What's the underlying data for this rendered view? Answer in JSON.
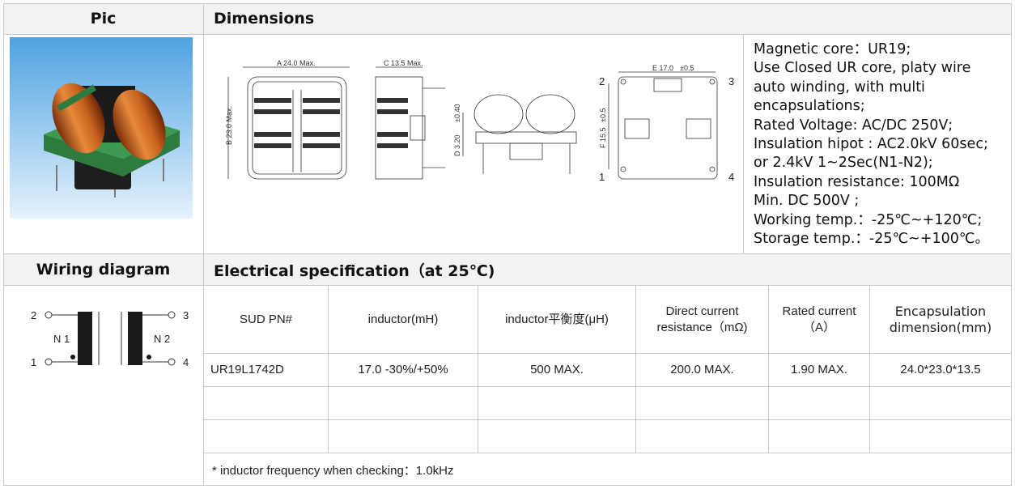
{
  "headers": {
    "pic": "Pic",
    "dimensions": "Dimensions",
    "wiring": "Wiring diagram",
    "electrical": "Electrical specification（at 25℃)"
  },
  "dimension_labels": {
    "a": "A 24.0 Max.",
    "b": "B 23.0 Max.",
    "c": "C 13.5 Max.",
    "d": "D 3.20",
    "d_tol": "±0.40",
    "e": "E 17.0",
    "e_tol": "±0.5",
    "f": "F 15.5",
    "f_tol": "±0.5",
    "pins": [
      "1",
      "2",
      "3",
      "4"
    ]
  },
  "specs": [
    "Magnetic core：UR19;",
    "Use Closed UR core, platy wire",
    "auto winding, with multi",
    "encapsulations;",
    "Rated Voltage: AC/DC 250V;",
    "Insulation hipot : AC2.0kV 60sec;",
    "or 2.4kV 1~2Sec(N1-N2);",
    "Insulation resistance: 100MΩ",
    "Min. DC 500V ;",
    "Working temp.：-25℃~+120℃;",
    "Storage temp.：-25℃~+100℃。"
  ],
  "wiring": {
    "pins": [
      "2",
      "1",
      "3",
      "4"
    ],
    "n1": "N 1",
    "n2": "N 2"
  },
  "table": {
    "headers": [
      "SUD PN#",
      "inductor(mH)",
      "inductor平衡度(μH)",
      "Direct current resistance（mΩ)",
      "Rated current（A）",
      "Encapsulation dimension(mm)"
    ],
    "rows": [
      [
        "UR19L1742D",
        "17.0 -30%/+50%",
        "500 MAX.",
        "200.0 MAX.",
        "1.90 MAX.",
        "24.0*23.0*13.5"
      ]
    ]
  },
  "note": "* inductor frequency when checking：1.0kHz"
}
